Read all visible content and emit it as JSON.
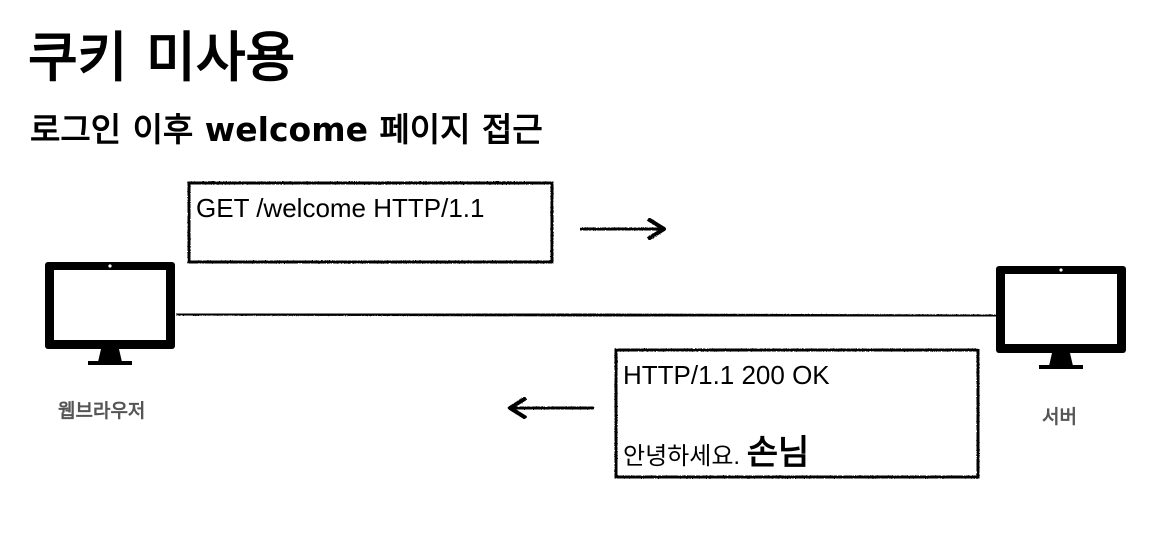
{
  "title": "쿠키 미사용",
  "subtitle": "로그인 이후 welcome 페이지 접근",
  "request": {
    "text": "GET /welcome HTTP/1.1"
  },
  "response": {
    "status": "HTTP/1.1 200 OK",
    "greeting": "안녕하세요. ",
    "name": "손님"
  },
  "client": {
    "label": "웹브라우저",
    "icon": "monitor-icon"
  },
  "server": {
    "label": "서버",
    "icon": "monitor-icon"
  }
}
